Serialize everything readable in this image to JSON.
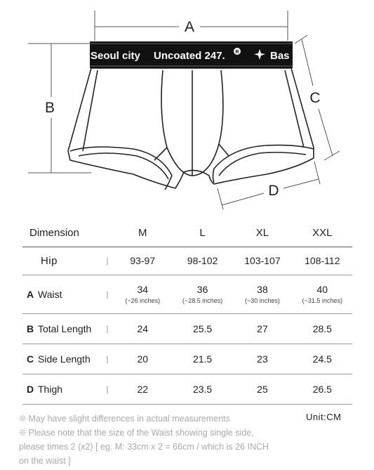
{
  "diagram": {
    "label_a": "A",
    "label_b": "B",
    "label_c": "C",
    "label_d": "D",
    "band_text_1": "Seoul city",
    "band_text_2": "Uncoated 247.",
    "band_mark": "R",
    "band_text_3": "Bas"
  },
  "table": {
    "header": {
      "dimension": "Dimension",
      "m": "M",
      "l": "L",
      "xl": "XL",
      "xxl": "XXL"
    },
    "hip": {
      "label": "Hip",
      "sep": "|",
      "m": "93-97",
      "l": "98-102",
      "xl": "103-107",
      "xxl": "108-112"
    },
    "waist": {
      "code": "A",
      "label": "Waist",
      "sep": "|",
      "m": "34",
      "m_sub": "(~26 inches)",
      "l": "36",
      "l_sub": "(~28.5 inches)",
      "xl": "38",
      "xl_sub": "(~30 inches)",
      "xxl": "40",
      "xxl_sub": "(~31.5 inches)"
    },
    "total_length": {
      "code": "B",
      "label": "Total Length",
      "sep": "|",
      "m": "24",
      "l": "25.5",
      "xl": "27",
      "xxl": "28.5"
    },
    "side_length": {
      "code": "C",
      "label": "Side Length",
      "sep": "|",
      "m": "20",
      "l": "21.5",
      "xl": "23",
      "xxl": "24.5"
    },
    "thigh": {
      "code": "D",
      "label": "Thigh",
      "sep": "|",
      "m": "22",
      "l": "23.5",
      "xl": "25",
      "xxl": "26.5"
    }
  },
  "notes": {
    "star": "❊",
    "line1": "May have slight differences in actual measurements",
    "line2": "Please note that the size of the Waist showing single side, please times 2 (x2)  [ eg. M: 33cm x 2 = 66cm  / which is 26 INCH on the waist ]",
    "unit": "Unit:CM"
  }
}
